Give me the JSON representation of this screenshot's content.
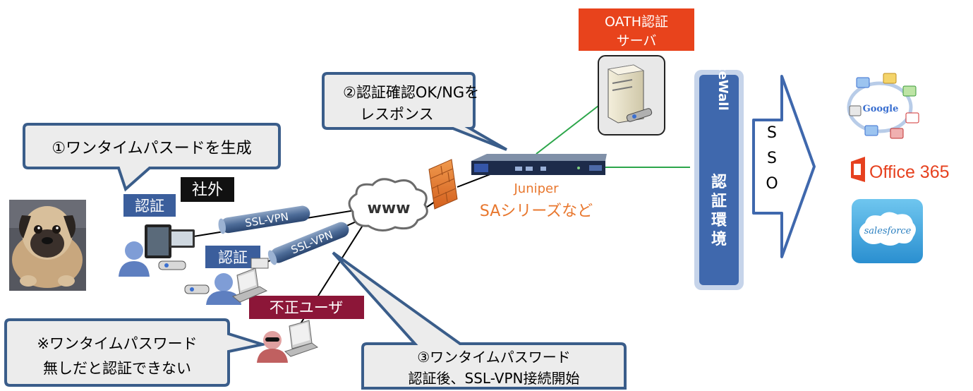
{
  "callouts": {
    "generate": "①ワンタイムパスードを生成",
    "response_line1": "②認証確認OK/NGを",
    "response_line2": "レスポンス",
    "no_otp_line1": "※ワンタイムパスワード",
    "no_otp_line2": "無しだと認証できない",
    "connect_line1": "③ワンタイムパスワード",
    "connect_line2": "認証後、SSL-VPN接続開始"
  },
  "labels": {
    "auth_tablet": "認証",
    "outside": "社外",
    "auth_laptop": "認証",
    "unauthorized_user": "不正ユーザ",
    "oath_line1": "OATH認証",
    "oath_line2": "サーバ",
    "juniper_line1": "Juniper",
    "juniper_line2": "SAシリーズなど",
    "www": "www",
    "ssl_vpn_1": "SSL-VPN",
    "ssl_vpn_2": "SSL-VPN",
    "icewall": "IceWall",
    "auth_env": "認証環境",
    "sso": [
      "S",
      "S",
      "O"
    ],
    "google": "Google",
    "office": "Office 365",
    "salesforce": "salesforce"
  },
  "colors": {
    "callout_fill": "#ececec",
    "callout_border": "#3a5d8a",
    "tag_blue": "#3b5e9c",
    "tag_black": "#111111",
    "tag_maroon": "#8c1638",
    "tag_red": "#e8431c",
    "juniper_orange": "#e8772e",
    "icewall_blue": "#3f68ad",
    "green_line": "#2ca64a",
    "office_orange": "#e6411f"
  }
}
